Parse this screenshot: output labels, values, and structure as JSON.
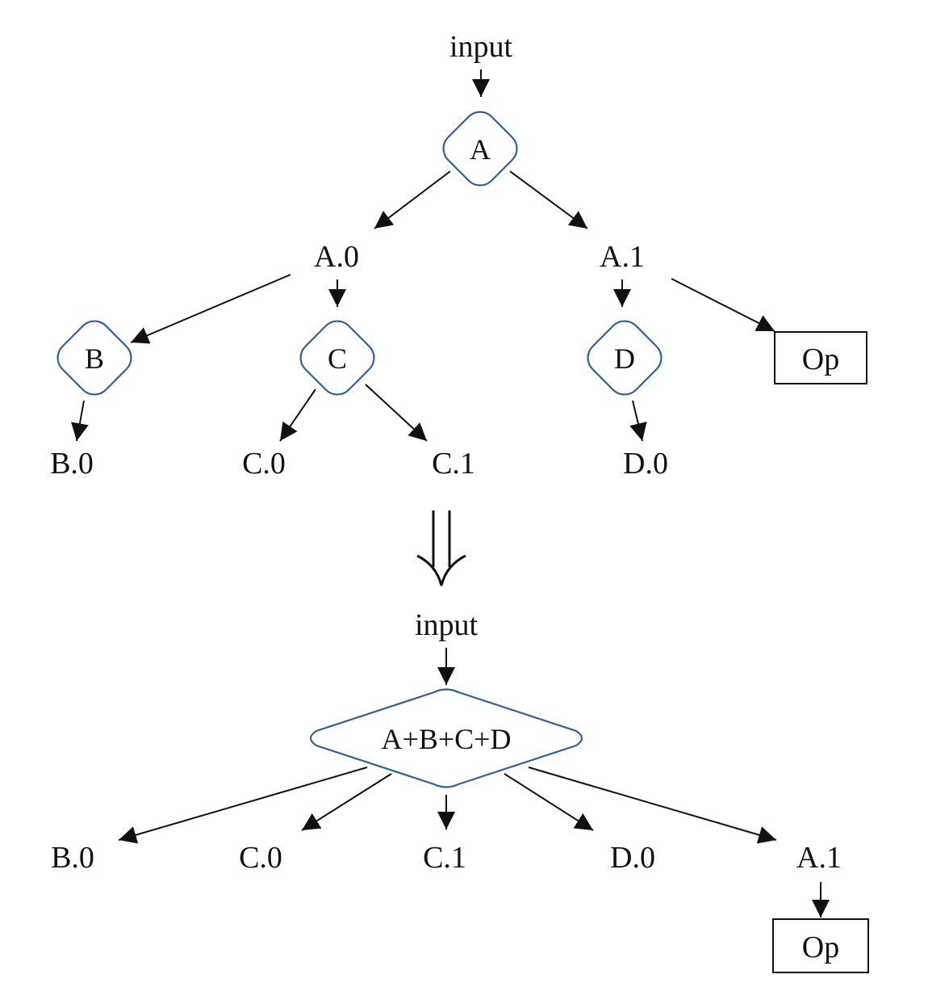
{
  "colors": {
    "node_stroke": "#2f5f9a",
    "edge": "#111111"
  },
  "before": {
    "input": "input",
    "nodes": {
      "a": "A",
      "b": "B",
      "c": "C",
      "d": "D"
    },
    "outputs": {
      "a0": "A.0",
      "a1": "A.1",
      "b0": "B.0",
      "c0": "C.0",
      "c1": "C.1",
      "d0": "D.0"
    },
    "op": "Op"
  },
  "transform_arrow": "⟱",
  "after": {
    "input": "input",
    "merged": "A+B+C+D",
    "outputs": {
      "b0": "B.0",
      "c0": "C.0",
      "c1": "C.1",
      "d0": "D.0",
      "a1": "A.1"
    },
    "op": "Op"
  }
}
